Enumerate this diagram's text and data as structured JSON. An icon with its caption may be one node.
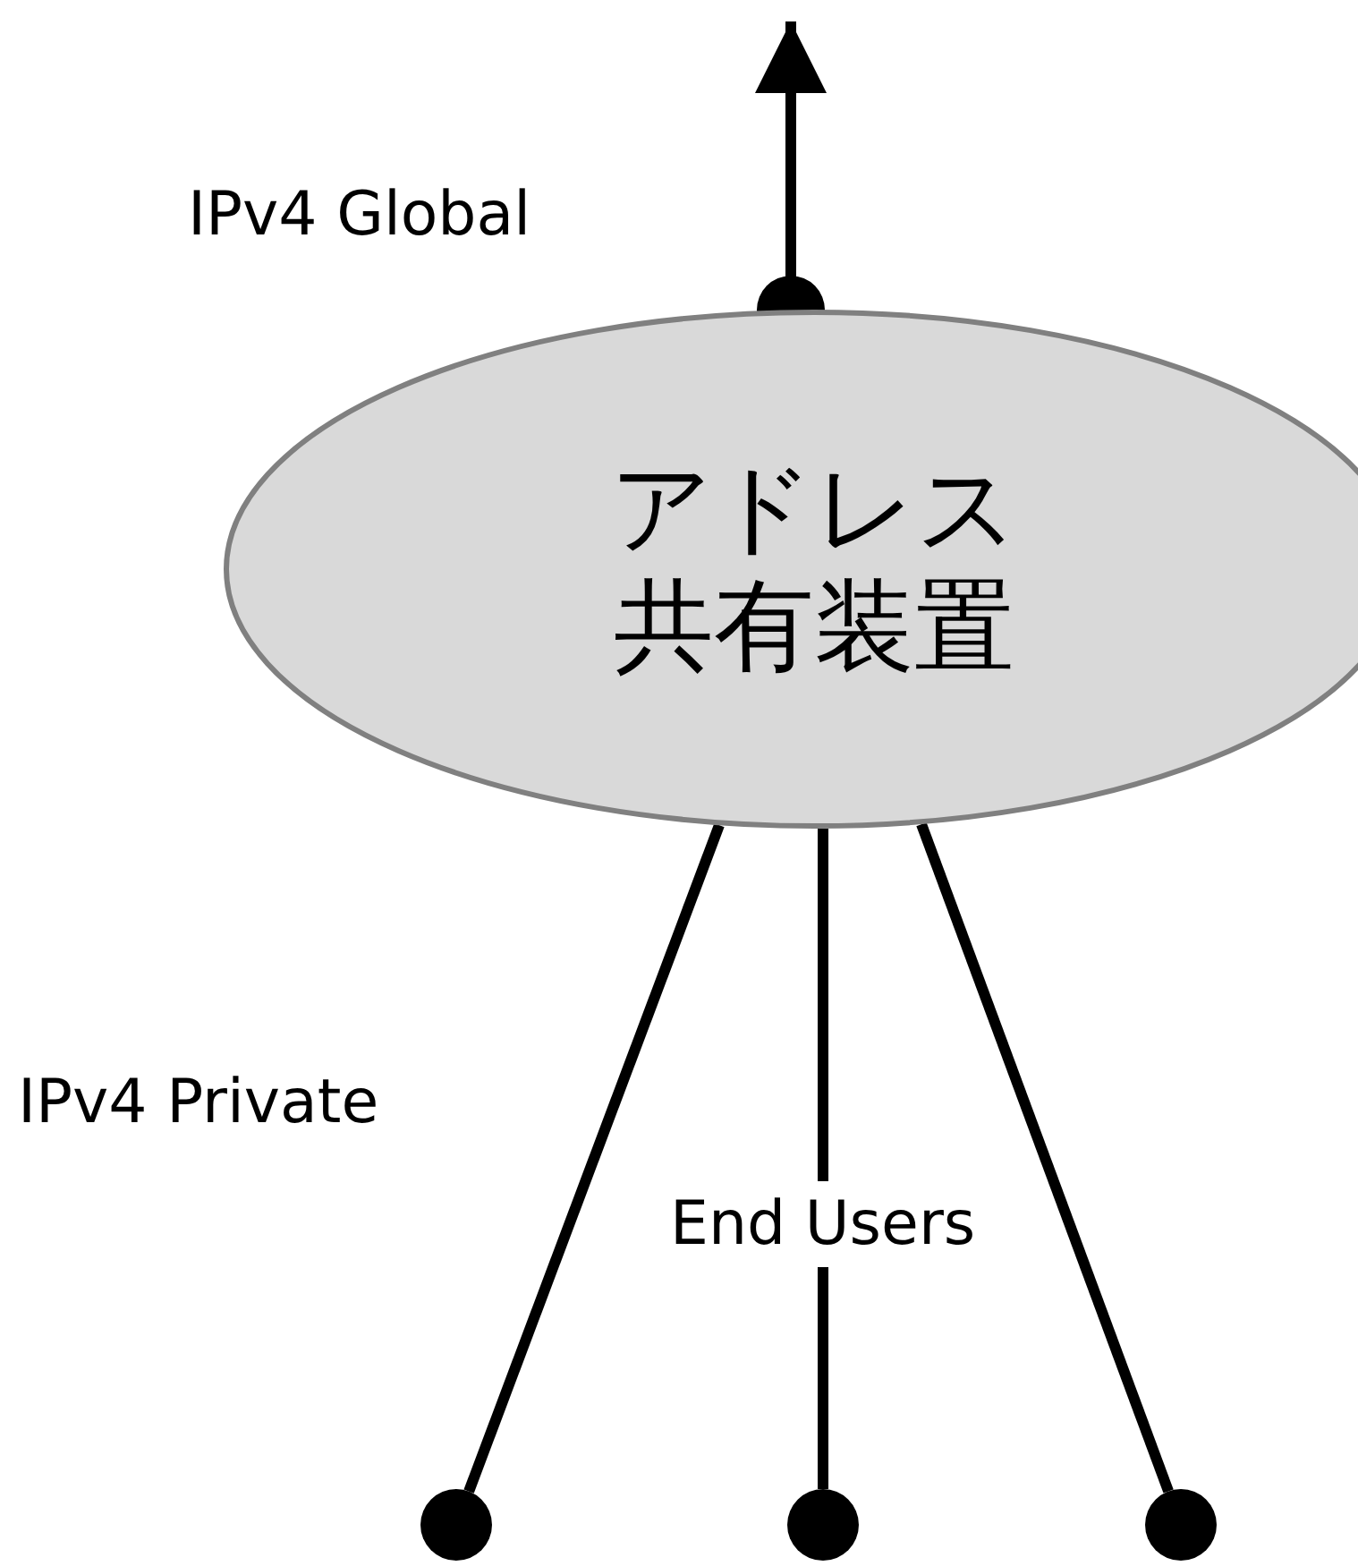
{
  "diagram": {
    "nodes": [
      {
        "text": [
          "アドレス共有装置"
        ]
      },
      {
        "text": [],
        "shape": "circle"
      },
      {
        "text": [],
        "shape": "circle"
      },
      {
        "text": [],
        "shape": "circle"
      }
    ],
    "edges": [
      {
        "from": 0,
        "to": null,
        "arrow": "to"
      },
      {
        "from": 0,
        "to": 1,
        "arrow": "none"
      },
      {
        "from": 0,
        "to": 2,
        "arrow": "none",
        "label": "End Users"
      },
      {
        "from": 0,
        "to": 3,
        "arrow": "none"
      }
    ],
    "labels": [
      "IPv4 Global",
      "IPv4 Private"
    ]
  }
}
